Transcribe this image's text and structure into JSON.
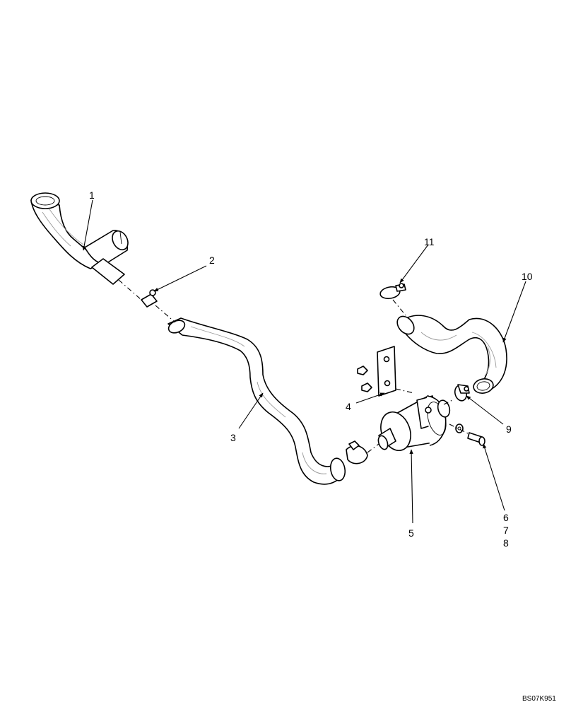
{
  "callouts": [
    "1",
    "2",
    "3",
    "4",
    "5",
    "6",
    "7",
    "8",
    "9",
    "10",
    "11"
  ],
  "drawing_code": "BS07K951",
  "parts": [
    "elbow-hose",
    "t-clamp",
    "long-hose",
    "mounting-bracket",
    "pre-cleaner-canister",
    "bolt",
    "washer",
    "nut",
    "hose-clamp",
    "outlet-hose",
    "hose-clamp-top"
  ]
}
